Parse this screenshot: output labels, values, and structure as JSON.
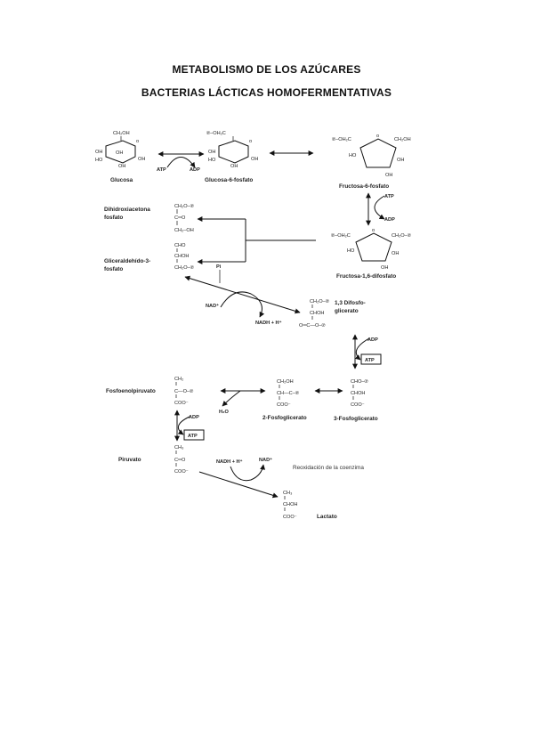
{
  "title": {
    "line1": "METABOLISMO DE LOS AZÚCARES",
    "line2": "BACTERIAS LÁCTICAS HOMOFERMENTATIVAS"
  },
  "compounds": {
    "glucosa": "Glucosa",
    "glucosa6p": "Glucosa-6-fosfato",
    "fructosa6p": "Fructosa-6-fosfato",
    "fructosa16dp": "Fructosa-1,6-difosfato",
    "dhap_line1": "Dihidroxiacetona",
    "dhap_line2": "fosfato",
    "gap_line1": "Gliceraldehído-3-",
    "gap_line2": "fosfato",
    "bpg_line1": "1,3 Difosfo-",
    "bpg_line2": "glicerato",
    "pg3": "3-Fosfoglicerato",
    "pg2": "2-Fosfoglicerato",
    "pep": "Fosfoenolpiruvato",
    "piruvato": "Piruvato",
    "lactato": "Lactato"
  },
  "cofactors": {
    "atp": "ATP",
    "adp": "ADP",
    "nad": "NAD⁺",
    "nadh": "NADH + H⁺",
    "pi": "Pi",
    "h2o": "H₂O"
  },
  "annotations": {
    "reoxidation": "Reoxidación de la coenzima"
  },
  "formula": {
    "ch2oh": "CH₂OH",
    "ch2o_p": "CH₂O–℗",
    "p_och2": "℗–OH₂C",
    "p_och2c": "℗–OCH₂",
    "oh": "OH",
    "ho": "HO",
    "c_eq_o": "C═O",
    "ch2_oh": "CH₂–OH",
    "cho": "CHO",
    "choh": "CHOH",
    "coo_p": "O═C—O–℗",
    "chop": "CHO–℗",
    "coo": "COO⁻",
    "ch2": "CH₂",
    "ch3": "CH₃",
    "c_o_p": "C—O–℗",
    "ch_c_p": "CH—C–℗",
    "p_circle": "℗"
  }
}
